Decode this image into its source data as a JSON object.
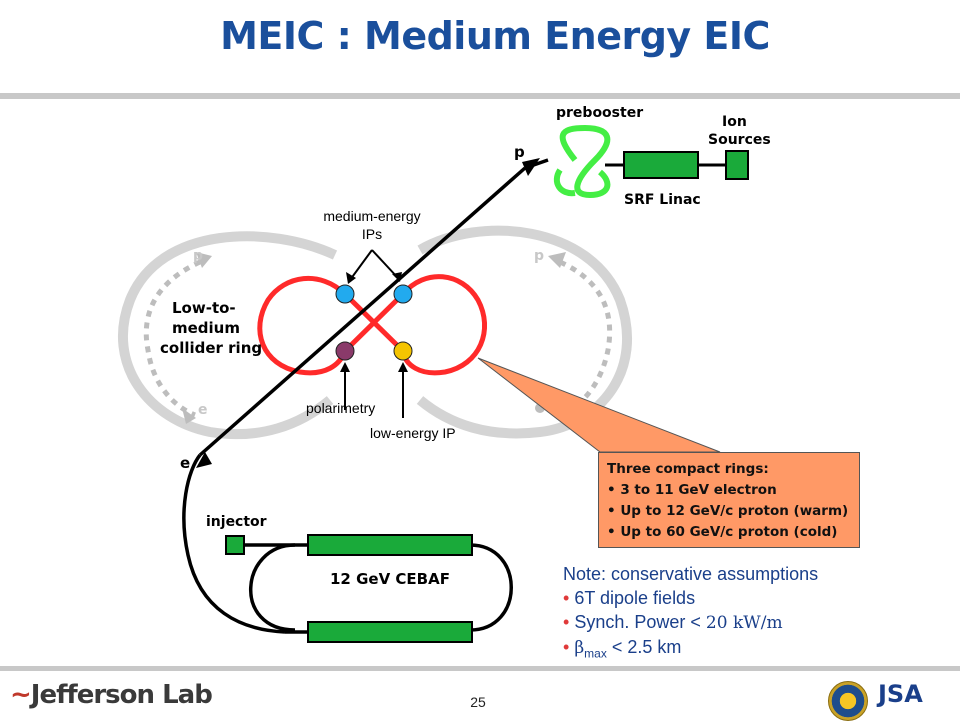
{
  "slide": {
    "title": "MEIC : Medium Energy EIC",
    "page_number": "25"
  },
  "diagram": {
    "preboster": "prebooster",
    "ion_sources": [
      "Ion",
      "Sources"
    ],
    "srf_linac": "SRF Linac",
    "p_top": "p",
    "medium_energy_ips": [
      "medium-energy",
      "IPs"
    ],
    "ring_label": [
      "Low-to-",
      "medium",
      "collider ring"
    ],
    "p_left": "p",
    "p_right": "p",
    "e_left": "e",
    "polarimetry": "polarimetry",
    "low_energy_ip": "low-energy  IP",
    "e_bottom": "e",
    "injector": "injector",
    "cebaf": "12 GeV CEBAF",
    "colors": {
      "collider": "#ff2a2a",
      "beam": "#000000",
      "linac": "#1aaa3a",
      "prebooster": "#44ee44",
      "ip_blue": "#22aaee",
      "ip_purple": "#8a3a6a",
      "ip_yellow": "#f5c400",
      "ghost_ring": "#d0d0d0"
    }
  },
  "callout": {
    "heading": "Three compact rings:",
    "items": [
      "3 to 11 GeV electron",
      "Up to 12 GeV/c proton (warm)",
      "Up to 60 GeV/c proton (cold)"
    ]
  },
  "note": {
    "heading": "Note: conservative assumptions",
    "line1": "6T dipole fields",
    "line2_text": "Synch. Power < ",
    "line2_value": "20 kW/m",
    "line3_beta": "β",
    "line3_sub": "max",
    "line3_value": " < 2.5 km"
  },
  "footer": {
    "logo_text": "Jefferson Lab",
    "jsa_text": "JSA"
  }
}
